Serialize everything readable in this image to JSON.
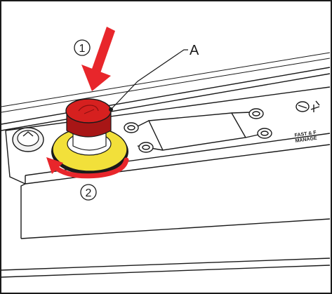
{
  "callouts": {
    "step_1": "1",
    "step_2": "2",
    "label_a": "A"
  },
  "panel": {
    "brand_line_1": "FAST & F",
    "brand_line_2": "MANAGE"
  },
  "colors": {
    "arrow_red": "#e8262b",
    "button_red": "#d6201f",
    "button_dark_red": "#a81616",
    "collar_yellow": "#f2e03a",
    "outline": "#1a1a1a"
  },
  "icons": {
    "knob": "rotary-knob-icon",
    "push_arrow": "push-down-arrow-icon",
    "rotate_arrow": "rotate-arrow-icon"
  }
}
